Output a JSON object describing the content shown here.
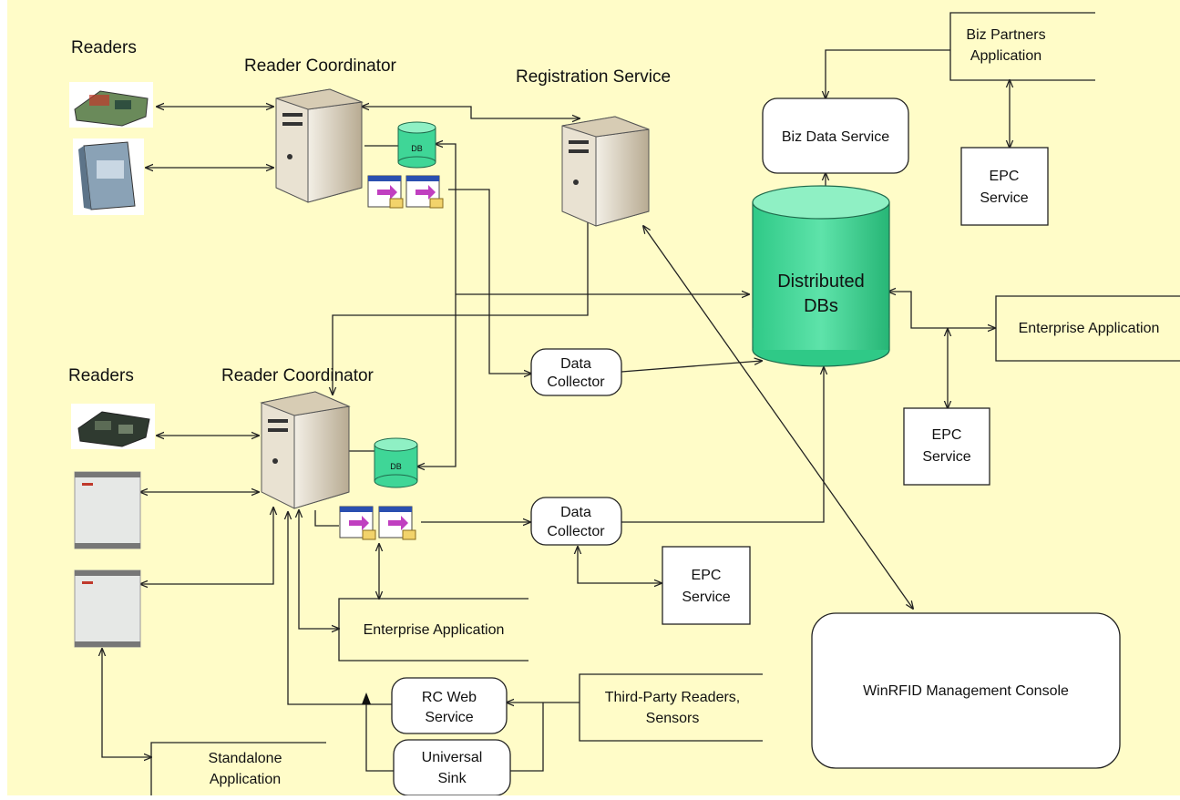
{
  "labels": {
    "readers_top": "Readers",
    "reader_coordinator_top": "Reader Coordinator",
    "registration_service": "Registration Service",
    "readers_bottom": "Readers",
    "reader_coordinator_bottom": "Reader Coordinator"
  },
  "nodes": {
    "biz_partners_l1": "Biz Partners",
    "biz_partners_l2": "Application",
    "biz_data_service": "Biz Data Service",
    "epc_top_l1": "EPC",
    "epc_top_l2": "Service",
    "distributed_l1": "Distributed",
    "distributed_l2": "DBs",
    "enterprise_right": "Enterprise Application",
    "epc_right_l1": "EPC",
    "epc_right_l2": "Service",
    "data_collector_top_l1": "Data",
    "data_collector_top_l2": "Collector",
    "data_collector_bottom_l1": "Data",
    "data_collector_bottom_l2": "Collector",
    "epc_bottom_l1": "EPC",
    "epc_bottom_l2": "Service",
    "enterprise_bottom": "Enterprise Application",
    "management_console": "WinRFID Management Console",
    "rc_web_l1": "RC Web",
    "rc_web_l2": "Service",
    "third_party_l1": "Third-Party Readers,",
    "third_party_l2": "Sensors",
    "universal_sink_l1": "Universal",
    "universal_sink_l2": "Sink",
    "standalone_l1": "Standalone",
    "standalone_l2": "Application",
    "db_small_top": "DB",
    "db_small_bottom": "DB"
  },
  "colors": {
    "panel": "#fffcc8",
    "db_fill": "#3fd697",
    "db_top": "#8ff0c4",
    "node_fill": "#ffffff",
    "line": "#222222"
  }
}
